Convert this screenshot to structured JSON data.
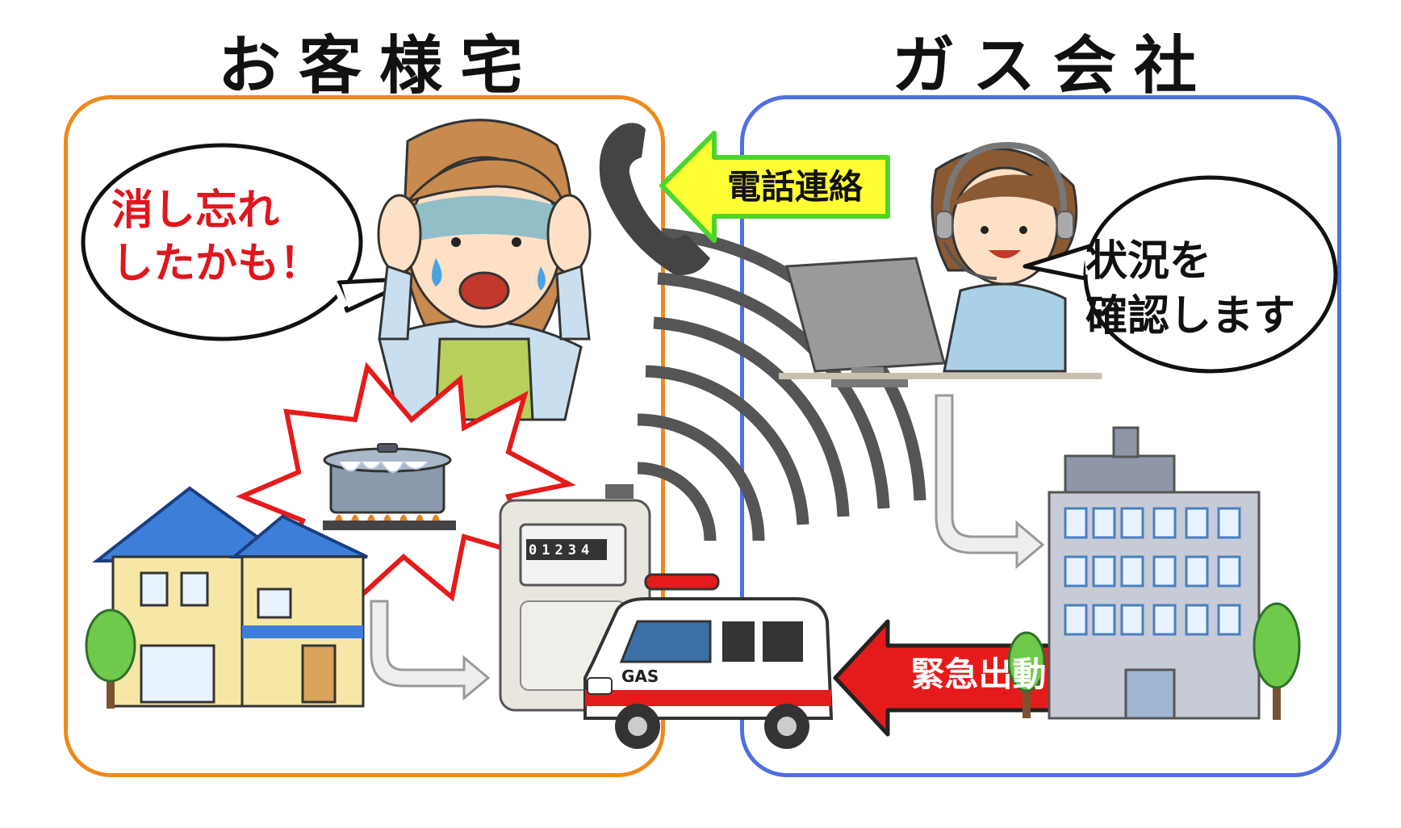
{
  "titles": {
    "home": "お客様宅",
    "company": "ガス会社"
  },
  "bubbles": {
    "customer_line1": "消し忘れ",
    "customer_line2": "したかも！",
    "operator_line1": "状況を",
    "operator_line2": "確認します"
  },
  "arrows": {
    "call": "電話連絡",
    "dispatch": "緊急出動"
  },
  "vehicle_label": "GAS",
  "meter_reading": "01234",
  "colors": {
    "home_zone": "#ee8a1c",
    "company_zone": "#4f6fe0",
    "call_arrow_fill": "#ffff33",
    "call_arrow_border": "#4cd62c",
    "dispatch_arrow_fill": "#e51b1b",
    "alert_text": "#e0161d",
    "alert_burst": "#e51b1b"
  },
  "icons": [
    "worried-woman-icon",
    "telephone-handset-icon",
    "signal-waves-icon",
    "house-icon",
    "boiling-pot-icon",
    "gas-meter-icon",
    "gas-service-van-icon",
    "call-center-operator-icon",
    "computer-monitor-icon",
    "office-building-icon",
    "tree-icon"
  ]
}
